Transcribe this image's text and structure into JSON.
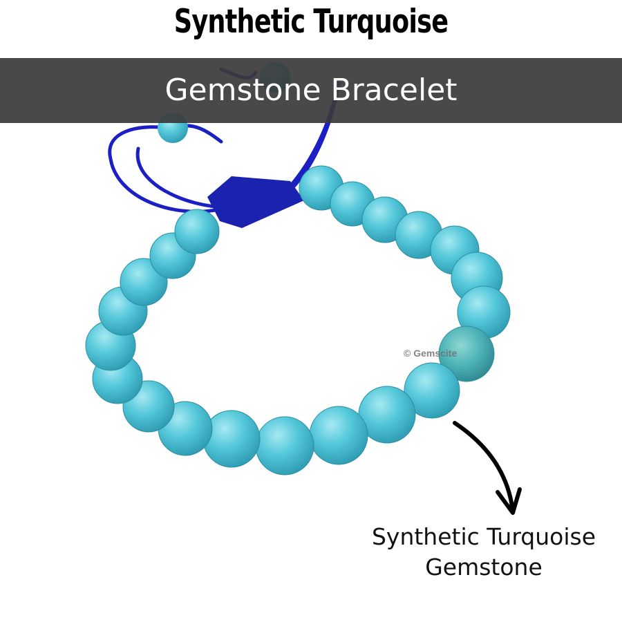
{
  "title": "Synthetic Turquoise",
  "banner": {
    "text": "Gemstone Bracelet"
  },
  "watermark": "© Gemscite",
  "callout": {
    "line1": "Synthetic Turquoise",
    "line2": "Gemstone"
  },
  "colors": {
    "bead": "#4cc3d6",
    "bead_highlight": "#9fe6f0",
    "bead_shadow": "#2a8fa6",
    "cord": "#1c1fc4",
    "banner_bg": "#3a3a3a"
  },
  "bead_count": 22
}
